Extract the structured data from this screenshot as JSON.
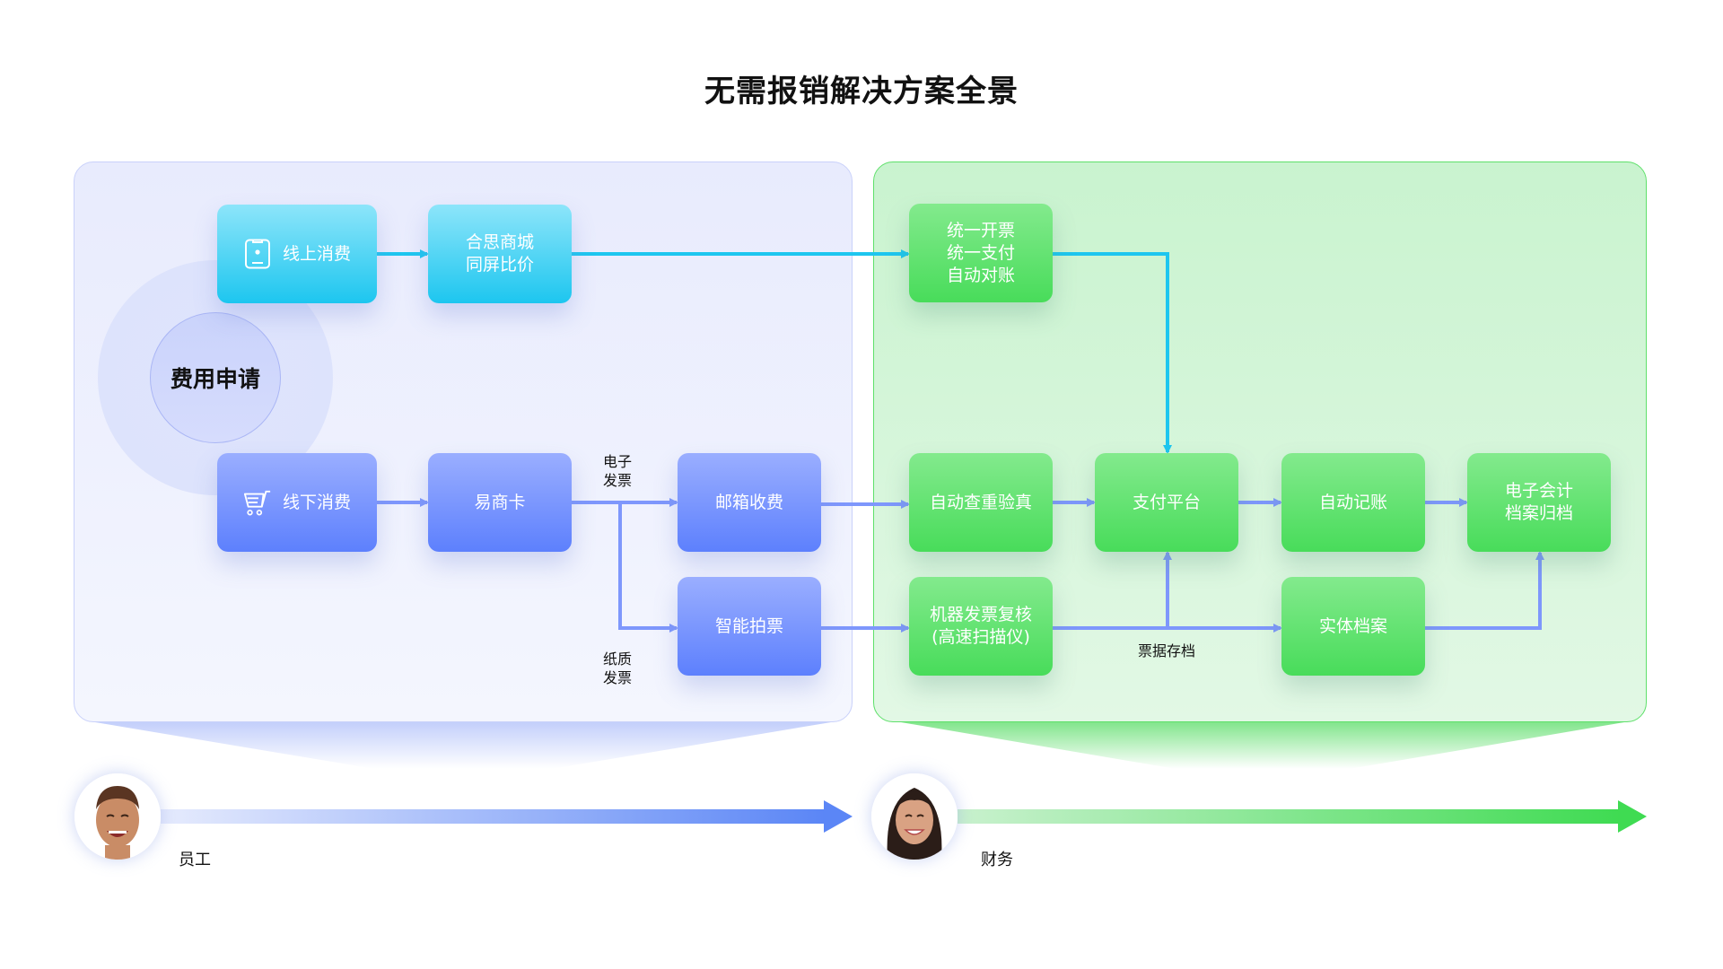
{
  "title": "无需报销解决方案全景",
  "colors": {
    "cyan_flow": "#1dc6ef",
    "blue_flow": "#7e97fc",
    "employee_accent": "#5b86f6",
    "finance_accent": "#3fdb52"
  },
  "center": {
    "label": "费用申请"
  },
  "employee_side": {
    "nodes": {
      "online": {
        "label": "线上消费",
        "icon": "tablet-icon"
      },
      "mall": {
        "label": "合思商城\n同屏比价"
      },
      "offline": {
        "label": "线下消费",
        "icon": "shopping-cart-icon"
      },
      "card": {
        "label": "易商卡"
      },
      "email": {
        "label": "邮箱收费"
      },
      "photo": {
        "label": "智能拍票"
      }
    },
    "edge_labels": {
      "electronic": "电子\n发票",
      "paper": "纸质\n发票"
    }
  },
  "finance_side": {
    "nodes": {
      "unified": {
        "label": "统一开票\n统一支付\n自动对账"
      },
      "verify": {
        "label": "自动查重验真"
      },
      "payment": {
        "label": "支付平台"
      },
      "bookkeeping": {
        "label": "自动记账"
      },
      "e_archive": {
        "label": "电子会计\n档案归档"
      },
      "machine": {
        "label": "机器发票复核\n(高速扫描仪)"
      },
      "physical": {
        "label": "实体档案"
      }
    },
    "edge_labels": {
      "storage": "票据存档"
    }
  },
  "timeline": {
    "employee": {
      "label": "员工",
      "avatar": "avatar-employee"
    },
    "finance": {
      "label": "财务",
      "avatar": "avatar-finance"
    }
  }
}
